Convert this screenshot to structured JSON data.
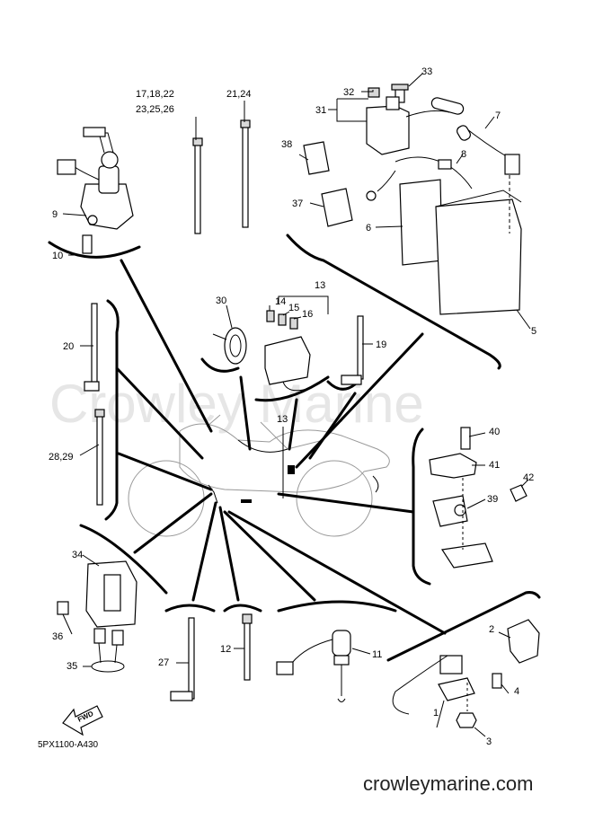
{
  "watermark": "Crowley Marine",
  "footer": {
    "ref_code": "5PX1100-A430",
    "site": "crowleymarine.com"
  },
  "fwd_label": "FWD",
  "labels": {
    "p1": "1",
    "p2": "2",
    "p3": "3",
    "p4": "4",
    "p5": "5",
    "p6": "6",
    "p7": "7",
    "p8": "8",
    "p9": "9",
    "p10": "10",
    "p11": "11",
    "p12": "12",
    "p13a": "13",
    "p13b": "13",
    "p14": "14",
    "p15": "15",
    "p16": "16",
    "p17": "17,18,22",
    "p23": "23,25,26",
    "p19": "19",
    "p20": "20",
    "p21": "21,24",
    "p27": "27",
    "p28": "28,29",
    "p30": "30",
    "p31": "31",
    "p32": "32",
    "p33": "33",
    "p34": "34",
    "p35": "35",
    "p36": "36",
    "p37": "37",
    "p38": "38",
    "p39": "39",
    "p40": "40",
    "p41": "41",
    "p42": "42"
  }
}
